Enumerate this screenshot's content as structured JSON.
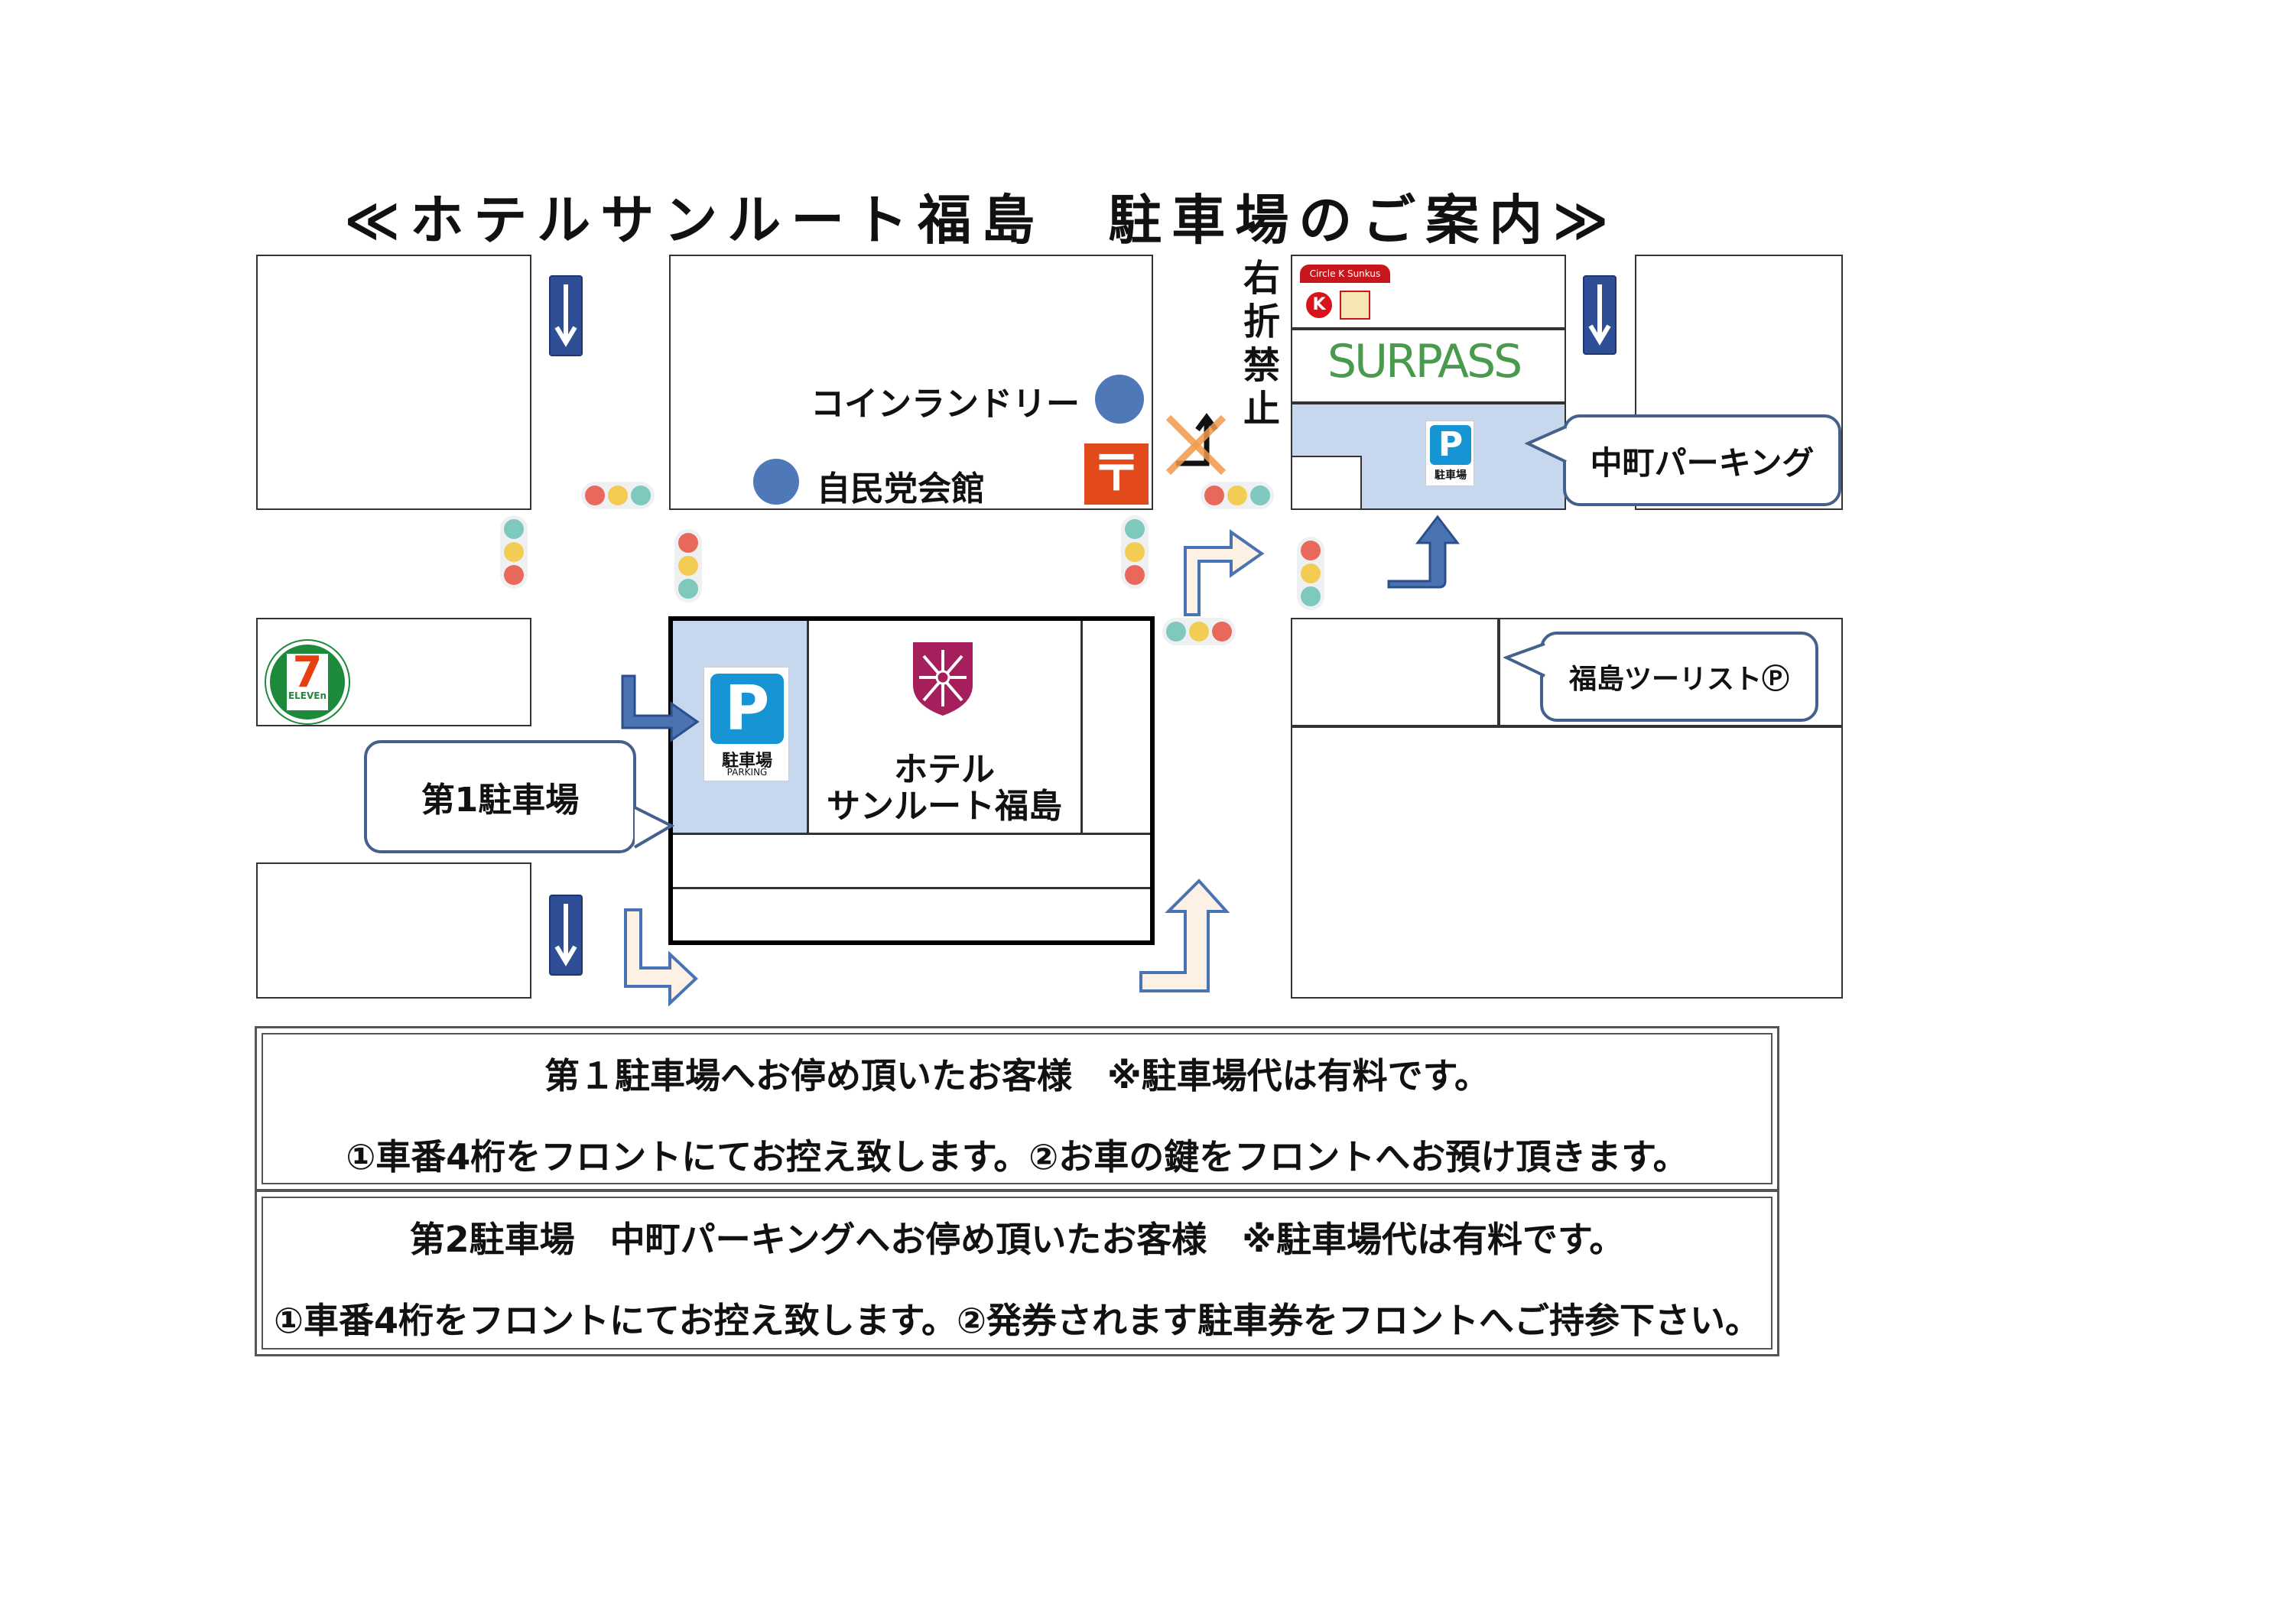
{
  "title": "≪ホテルサンルート福島　駐車場のご案内≫",
  "map": {
    "coin_laundry": "コインランドリー",
    "jiminto_hall": "自民党会館",
    "post_mark": "〒",
    "no_right_turn": "右折禁止",
    "surpass": "SURPASS",
    "circlek_sign": "Circle K Sunkus",
    "circlek_k": "K",
    "seven_eleven": "ELEVEn",
    "seven_num": "7",
    "nakamachi_parking": "中町パーキング",
    "fukushima_tourist": "福島ツーリスト",
    "fukushima_tourist_mark": "Ⓟ",
    "lot1": "第1駐車場",
    "hotel_name_line1": "ホテル",
    "hotel_name_line2": "サンルート福島",
    "parking_p": "P",
    "parking_label": "駐車場",
    "parking_en": "PARKING"
  },
  "notice": {
    "lot1_heading": "第１駐車場へお停め頂いたお客様　※駐車場代は有料です。",
    "lot1_detail": "①車番4桁をフロントにてお控え致します。②お車の鍵をフロントへお預け頂きます。",
    "lot2_heading": "第2駐車場　中町パーキングへお停め頂いたお客様　※駐車場代は有料です。",
    "lot2_detail": "①車番4桁をフロントにてお控え致します。②発券されます駐車券をフロントへご持参下さい。"
  },
  "colors": {
    "parking_zone": "#c6d7ee",
    "callout_border": "#44608c",
    "oneway_sign": "#2e4f96",
    "dot_blue": "#4f78b8",
    "post_red": "#e24a1c",
    "hotel_logo": "#a41f5c",
    "light_red": "#e8685b",
    "light_yellow": "#f3cd53",
    "light_green": "#7fc8bd"
  }
}
